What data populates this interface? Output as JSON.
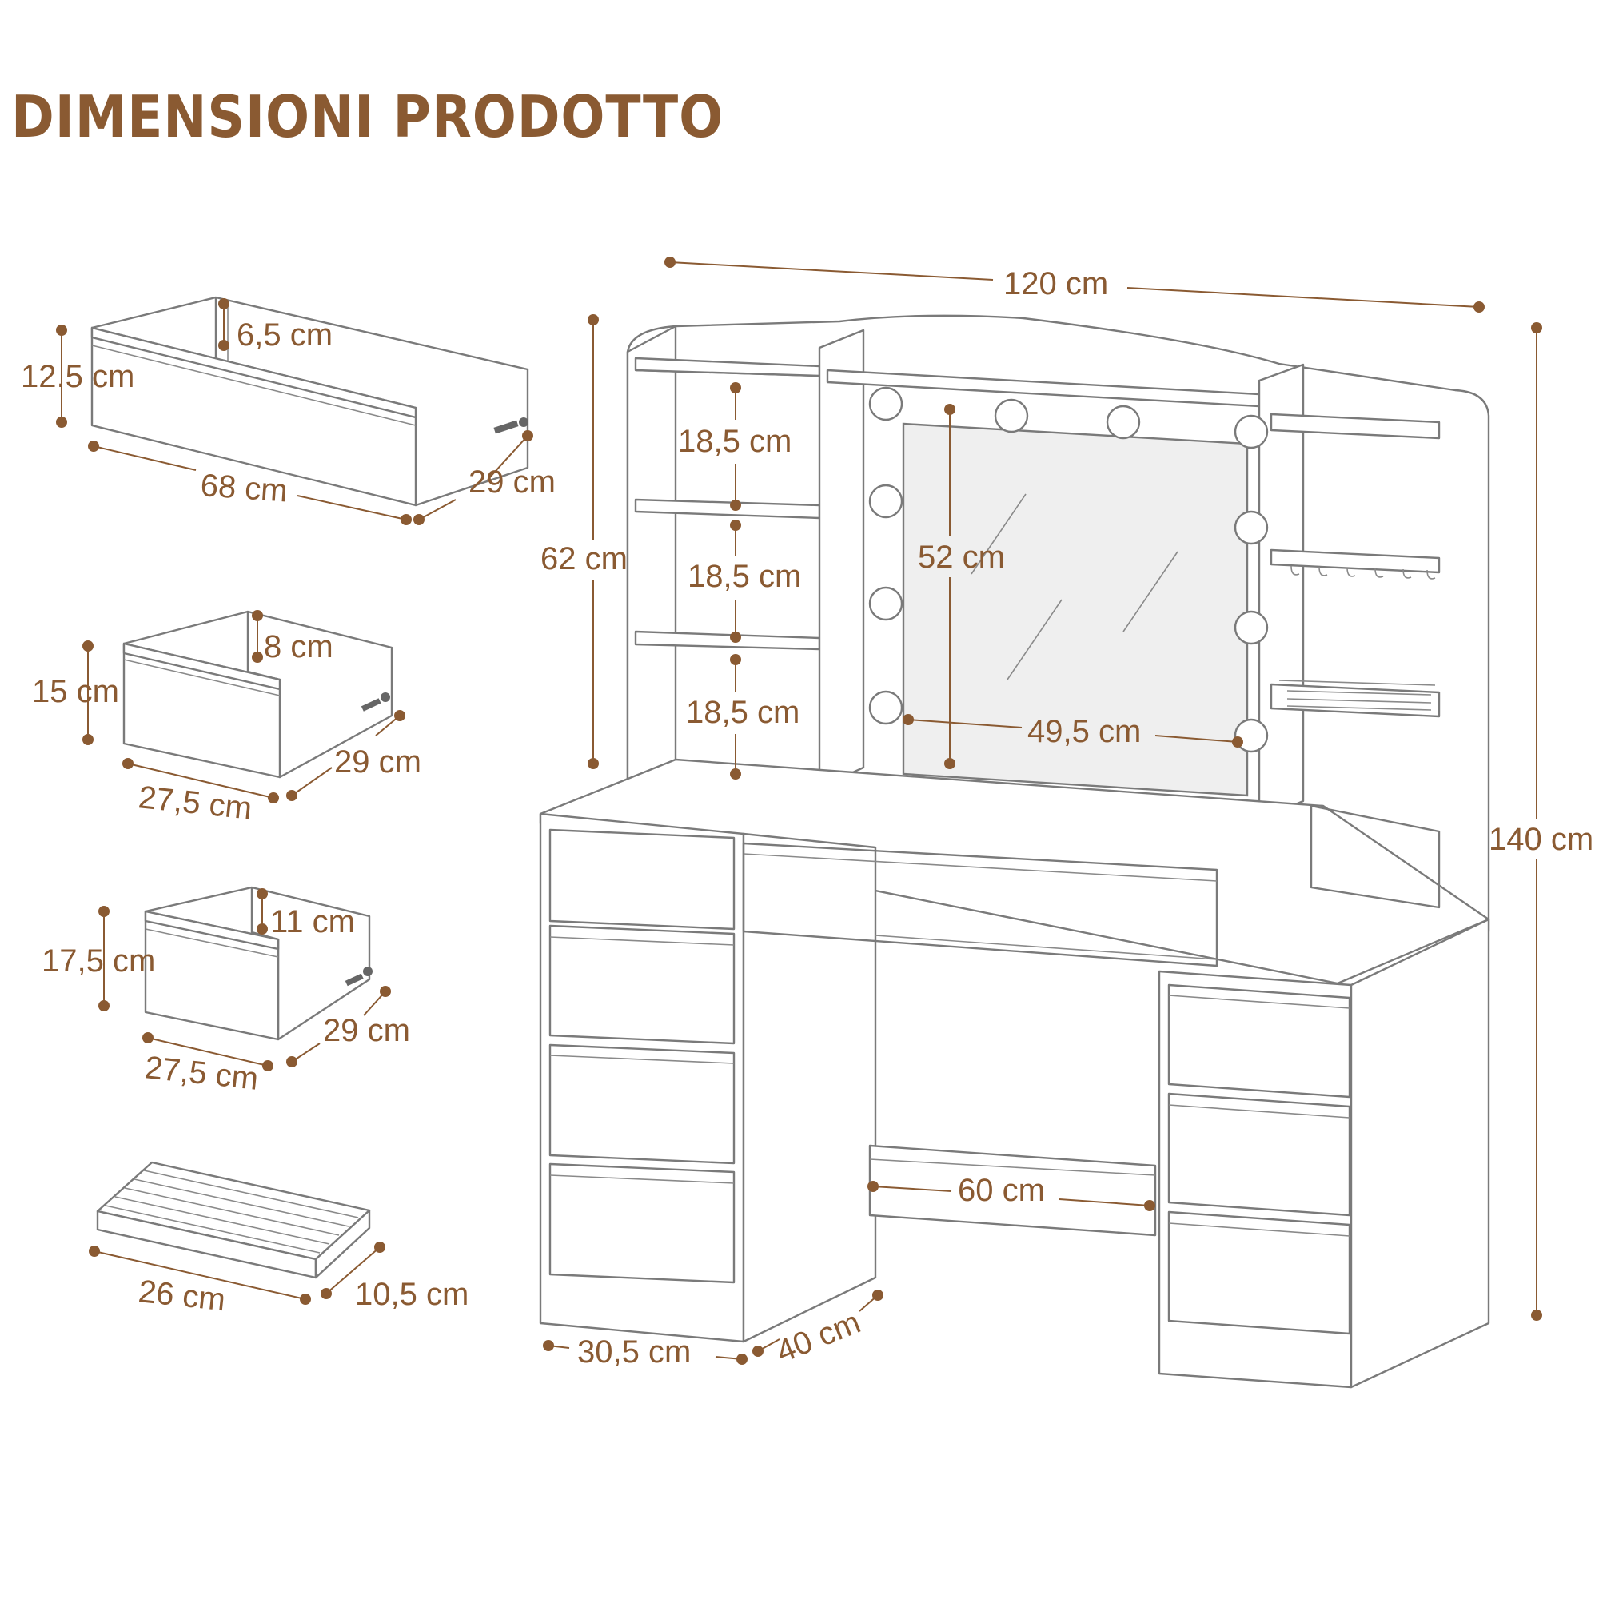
{
  "title": "DIMENSIONI PRODOTTO",
  "colors": {
    "title": "#8a5a32",
    "dimension": "#8a5a32",
    "outline": "#7a7a7a",
    "mirror": "#efefef"
  },
  "drawers": {
    "large": {
      "height": "12.5 cm",
      "inner_depth": "6,5 cm",
      "width": "68 cm",
      "depth": "29 cm"
    },
    "medium": {
      "height": "15 cm",
      "inner_depth": "8 cm",
      "width": "27,5 cm",
      "depth": "29 cm"
    },
    "deep": {
      "height": "17,5 cm",
      "inner_depth": "11 cm",
      "width": "27,5 cm",
      "depth": "29 cm"
    },
    "tray": {
      "width": "26 cm",
      "depth": "10,5 cm"
    }
  },
  "vanity": {
    "total_width": "120 cm",
    "total_height": "140 cm",
    "hutch_height": "62 cm",
    "shelf_spacing": [
      "18,5 cm",
      "18,5 cm",
      "18,5 cm"
    ],
    "mirror_height": "52 cm",
    "mirror_width": "49,5 cm",
    "knee_space_width": "60 cm",
    "cabinet_width": "30,5 cm",
    "depth": "40 cm"
  }
}
